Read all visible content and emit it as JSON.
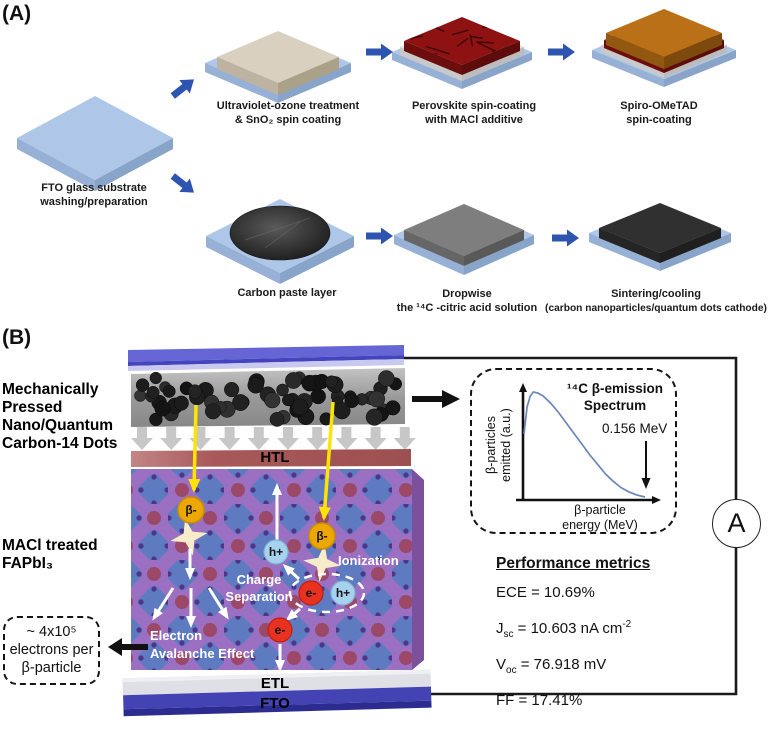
{
  "panel_a": {
    "label": "(A)",
    "steps": [
      {
        "lines": [
          "FTO glass substrate",
          "washing/preparation"
        ]
      },
      {
        "lines": [
          "Ultraviolet-ozone treatment",
          "& SnO₂ spin coating"
        ]
      },
      {
        "lines": [
          "Perovskite spin-coating",
          "with MACl additive"
        ]
      },
      {
        "lines": [
          "Spiro-OMeTAD",
          "spin-coating"
        ]
      },
      {
        "lines": [
          "Carbon paste layer"
        ]
      },
      {
        "lines": [
          "Dropwise",
          "the ¹⁴C -citric acid solution"
        ]
      },
      {
        "lines": [
          "Sintering/cooling",
          "(carbon nanoparticles/quantum dots cathode)"
        ]
      }
    ]
  },
  "panel_b": {
    "label": "(B)",
    "pressed_label_lines": [
      "Mechanically",
      "Pressed",
      "Nano/Quantum",
      "Carbon-14 Dots"
    ],
    "macl_label_lines": [
      "MACl treated",
      "FAPbI₃"
    ],
    "layers": {
      "htl": "HTL",
      "etl": "ETL",
      "fto": "FTO"
    },
    "annotations": {
      "beta": "β-",
      "hole": "h+",
      "electron": "e-",
      "ionization": "Ionization",
      "charge_separation_lines": [
        "Charge",
        "Separation"
      ],
      "avalanche_lines": [
        "Electron",
        "Avalanche Effect"
      ],
      "electrons_box_lines": [
        "~ 4x10⁵",
        "electrons per",
        "β-particle"
      ]
    },
    "inset": {
      "title_lines": [
        "¹⁴C β-emission",
        "Spectrum"
      ],
      "endpoint_label": "0.156 MeV",
      "ylabel_lines": [
        "β-particles",
        "emitted (a.u.)"
      ],
      "xlabel_lines": [
        "β-particle",
        "energy (MeV)"
      ]
    },
    "metrics": {
      "title": "Performance metrics",
      "rows": [
        {
          "pre": "ECE = 10.69%",
          "sub": "",
          "mid": "",
          "sup": ""
        },
        {
          "pre": "J",
          "sub": "sc",
          "mid": " = 10.603 nA cm",
          "sup": "-2"
        },
        {
          "pre": "V",
          "sub": "oc",
          "mid": " = 76.918 mV",
          "sup": ""
        },
        {
          "pre": "FF = 17.41%",
          "sub": "",
          "mid": "",
          "sup": ""
        }
      ]
    },
    "ammeter_label": "A"
  },
  "chart_data": {
    "type": "line",
    "title": "¹⁴C β-emission Spectrum",
    "xlabel": "β-particle energy (MeV)",
    "ylabel": "β-particles emitted (a.u.)",
    "xlim": [
      0,
      0.17
    ],
    "ylim": [
      0,
      1
    ],
    "grid": false,
    "annotations": [
      {
        "label": "0.156 MeV",
        "x": 0.156
      }
    ],
    "x": [
      0,
      0.004,
      0.008,
      0.012,
      0.018,
      0.025,
      0.035,
      0.045,
      0.055,
      0.065,
      0.075,
      0.085,
      0.095,
      0.105,
      0.115,
      0.125,
      0.135,
      0.145,
      0.156
    ],
    "y": [
      0.6,
      0.86,
      0.96,
      1.0,
      0.99,
      0.96,
      0.89,
      0.8,
      0.7,
      0.6,
      0.5,
      0.4,
      0.31,
      0.22,
      0.15,
      0.09,
      0.05,
      0.02,
      0.0
    ]
  },
  "colors": {
    "flow_arrow_blue": "#2d55b0",
    "substrate_blue": "#aec7e8",
    "perovskite_red": "#8e1212",
    "spiro_orange": "#b97017",
    "electrode_blue": "#6565d6",
    "htl_red": "#a85858",
    "perovskite_purple": "#9b70c2",
    "fto_blue": "#4343b4",
    "beta_badge": "#eca800",
    "hole_badge": "#a6d2ee",
    "electron_badge": "#e8311f",
    "spectrum_curve": "#6b86b8",
    "yellow_arrow": "#ffe400"
  }
}
